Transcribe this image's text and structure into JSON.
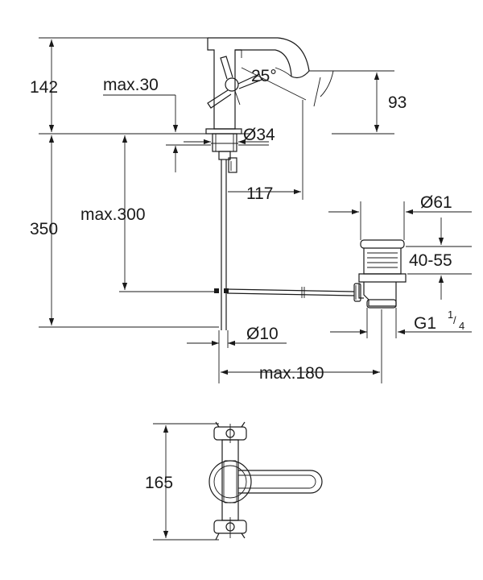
{
  "dimensions": {
    "spout_height": "142",
    "deck_thickness": "max.30",
    "spout_angle": "25°",
    "outlet_height": "93",
    "hole_diameter": "Ø34",
    "spout_reach": "117",
    "tail_length": "max.300",
    "drain_cap_diameter": "Ø61",
    "drain_range": "40-55",
    "total_depth": "350",
    "rod_diameter": "Ø10",
    "rod_length": "max.180",
    "thread_main": "G1",
    "thread_num": "1",
    "thread_den": "4",
    "handle_span": "165"
  }
}
